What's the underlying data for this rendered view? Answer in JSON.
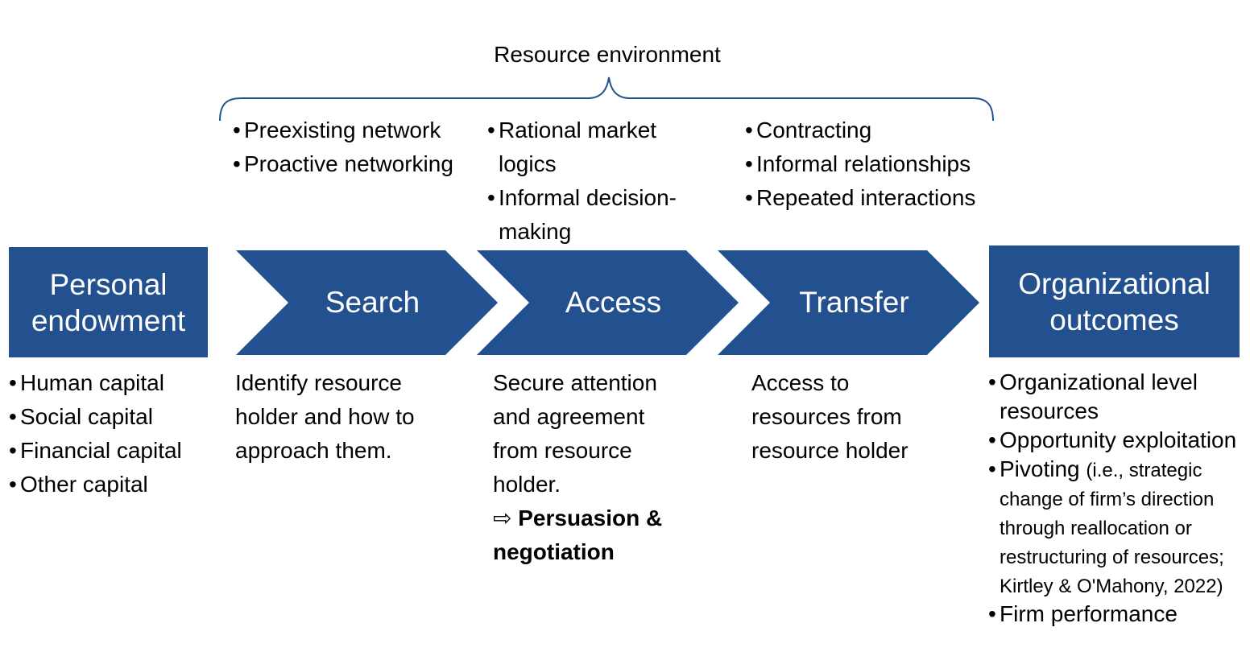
{
  "resource_environment": {
    "title": "Resource environment",
    "columns": [
      {
        "items": [
          "Preexisting network",
          "Proactive networking"
        ]
      },
      {
        "items": [
          "Rational market logics",
          "Informal decision-making"
        ]
      },
      {
        "items": [
          "Contracting",
          "Informal relationships",
          "Repeated interactions"
        ]
      }
    ]
  },
  "flow": {
    "start": {
      "label_line1": "Personal",
      "label_line2": "endowment"
    },
    "steps": [
      {
        "label": "Search"
      },
      {
        "label": "Access"
      },
      {
        "label": "Transfer"
      }
    ],
    "end": {
      "label_line1": "Organizational",
      "label_line2": "outcomes"
    }
  },
  "descriptions": {
    "endowment_items": [
      "Human capital",
      "Social capital",
      "Financial capital",
      "Other capital"
    ],
    "search": "Identify resource holder and how to approach them.",
    "access": "Secure attention and agreement from resource holder.",
    "access_arrow": "⇨",
    "access_emphasis": "Persuasion & negotiation",
    "transfer": "Access to resources from resource holder",
    "outcomes": {
      "item1": "Organizational level resources",
      "item2": "Opportunity exploitation",
      "item3_main": "Pivoting",
      "item3_note": "(i.e., strategic change of firm’s direction through reallocation or restructuring of resources; Kirtley & O'Mahony, 2022)",
      "item4": "Firm performance"
    }
  },
  "colors": {
    "box_fill": "#23508f",
    "brace": "#23508f",
    "text_on_box": "#ffffff"
  }
}
